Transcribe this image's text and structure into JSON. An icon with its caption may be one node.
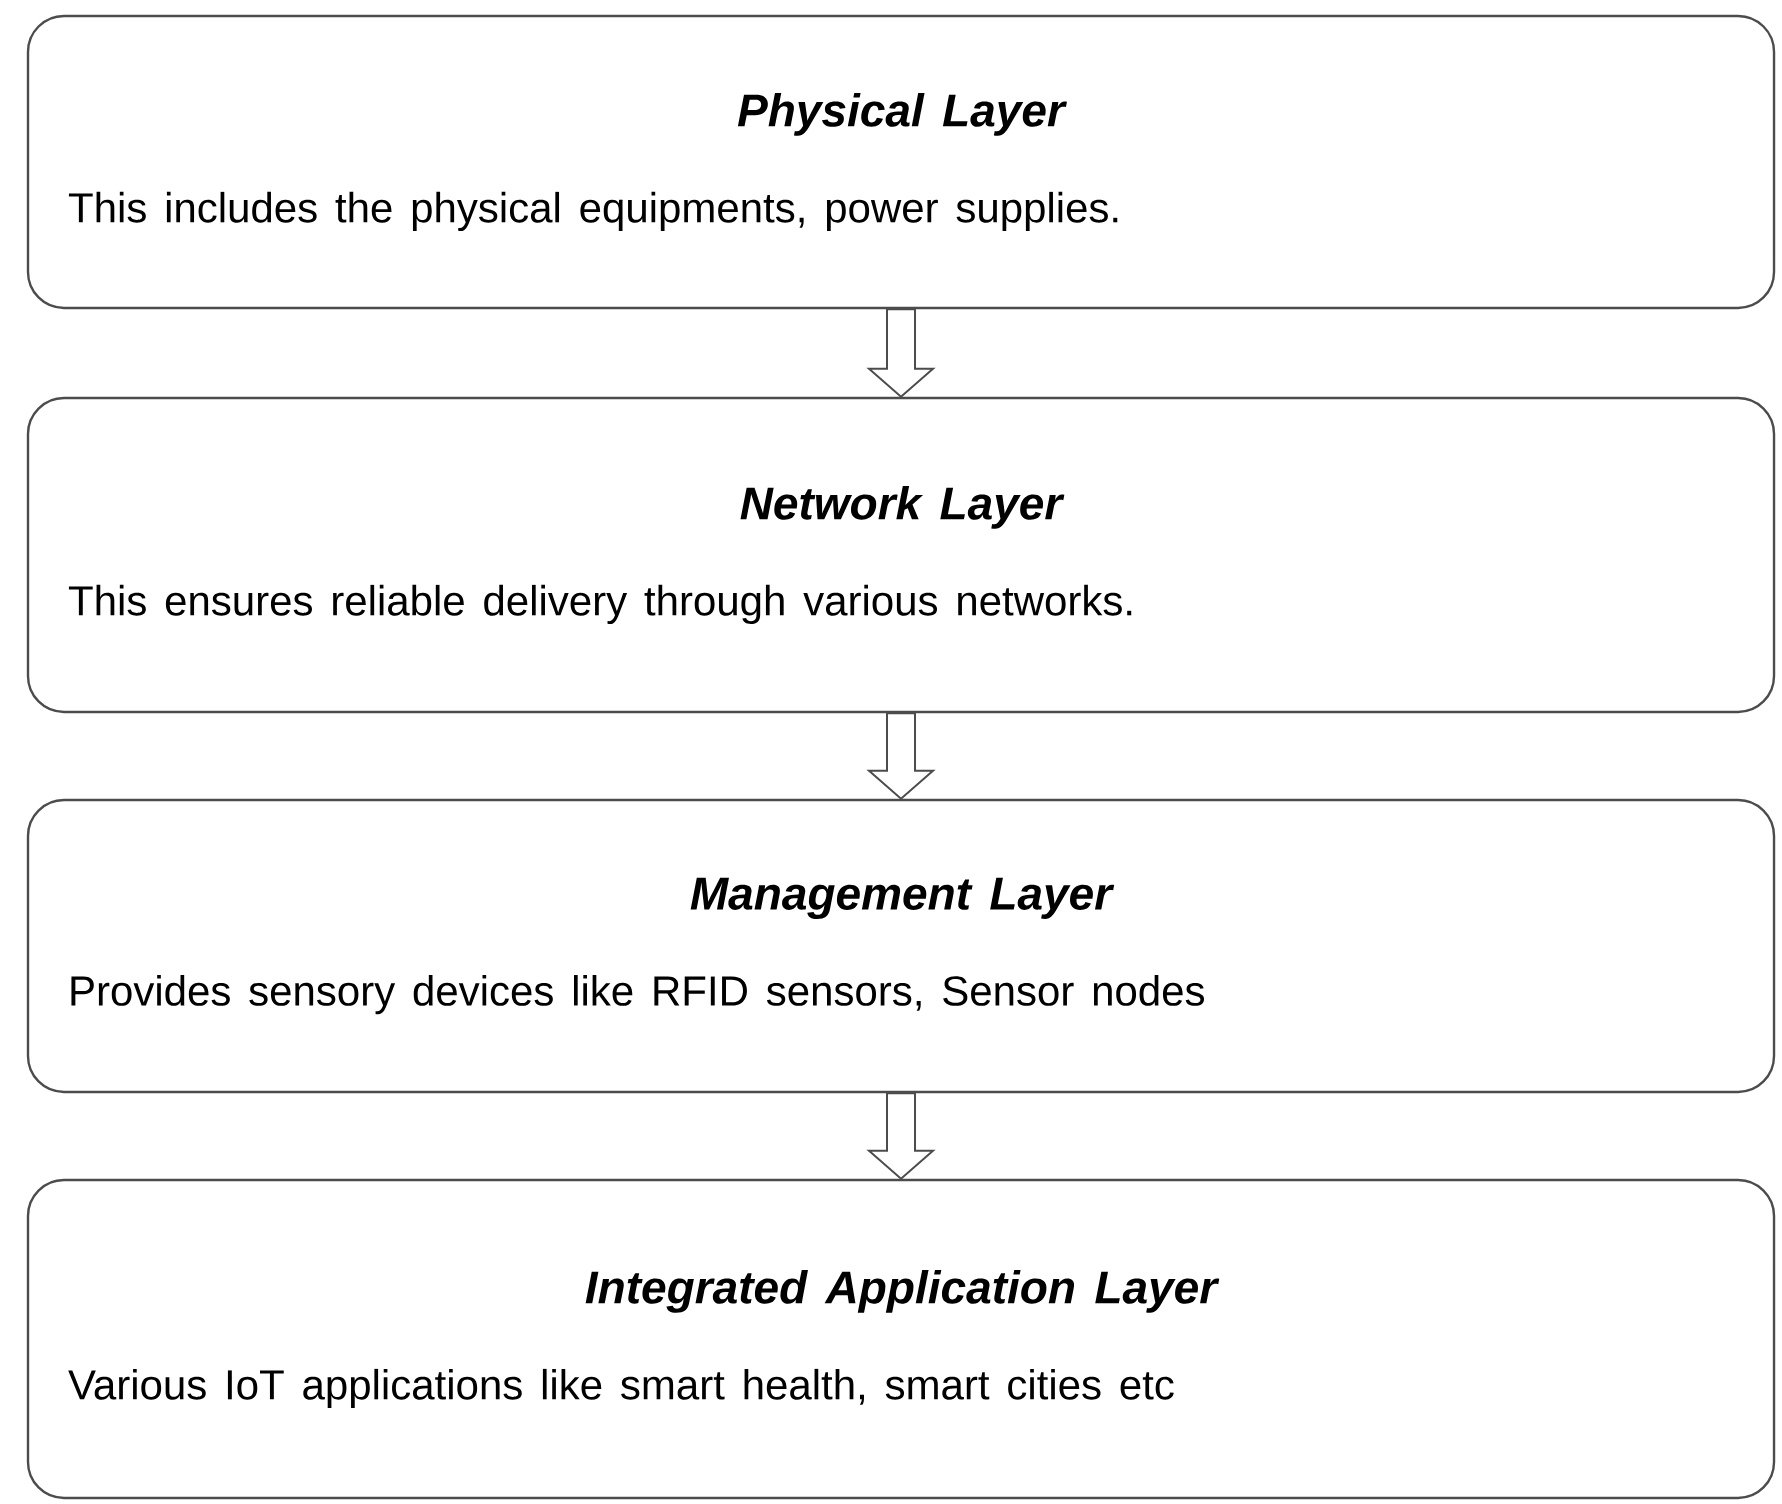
{
  "diagram": {
    "nodes": [
      {
        "text": [
          "Physical Layer",
          "This includes the physical equipments, power supplies."
        ]
      },
      {
        "text": [
          "Network Layer",
          "This ensures reliable delivery through various networks."
        ]
      },
      {
        "text": [
          "Management Layer",
          "Provides sensory devices like RFID sensors, Sensor nodes"
        ]
      },
      {
        "text": [
          "Integrated Application Layer",
          "Various IoT applications like smart health, smart cities etc"
        ]
      }
    ],
    "edges": [
      {
        "from": 0,
        "to": 1,
        "arrow": "to"
      },
      {
        "from": 1,
        "to": 2,
        "arrow": "to"
      },
      {
        "from": 2,
        "to": 3,
        "arrow": "to"
      }
    ]
  }
}
